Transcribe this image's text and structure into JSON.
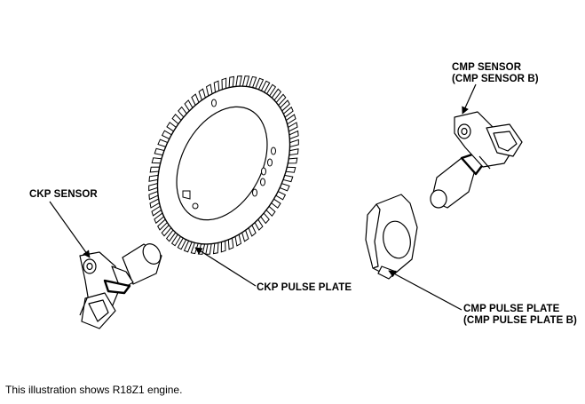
{
  "labels": {
    "cmp_sensor_line1": "CMP SENSOR",
    "cmp_sensor_line2": "(CMP SENSOR B)",
    "ckp_sensor": "CKP SENSOR",
    "ckp_pulse_plate": "CKP PULSE PLATE",
    "cmp_pulse_plate_line1": "CMP PULSE PLATE",
    "cmp_pulse_plate_line2": "(CMP PULSE PLATE B)"
  },
  "caption": "This illustration shows R18Z1 engine.",
  "colors": {
    "line": "#000000",
    "background": "#ffffff"
  }
}
